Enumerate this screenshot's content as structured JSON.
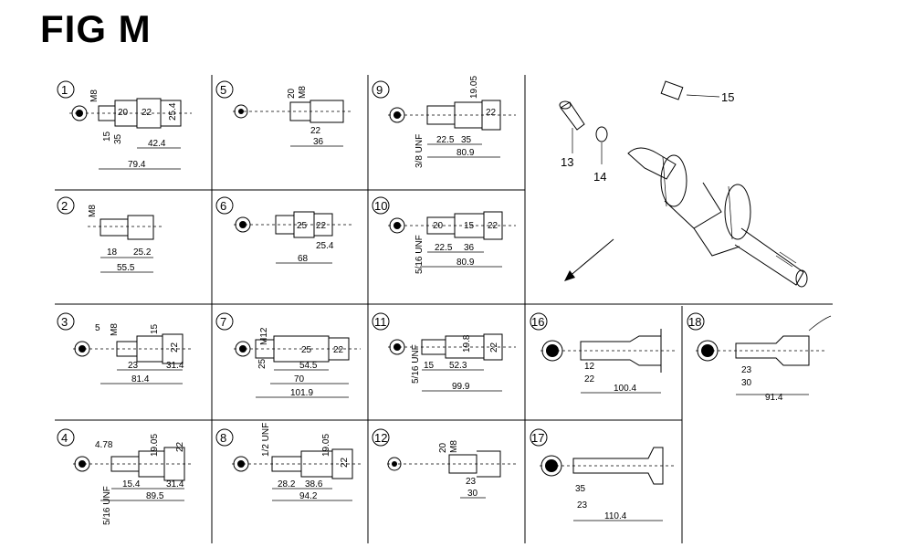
{
  "title": "FIG M",
  "parts": [
    {
      "id": "1",
      "dims": [
        "M8",
        "20",
        "22",
        "25.4",
        "15",
        "35",
        "42.4",
        "79.4"
      ]
    },
    {
      "id": "2",
      "dims": [
        "M8",
        "18",
        "25.2",
        "55.5"
      ]
    },
    {
      "id": "3",
      "dims": [
        "5",
        "M8",
        "15",
        "22",
        "23",
        "31.4",
        "81.4"
      ]
    },
    {
      "id": "4",
      "dims": [
        "4.78",
        "19.05",
        "22",
        "5/16 UNF",
        "15.4",
        "31.4",
        "89.5"
      ]
    },
    {
      "id": "5",
      "dims": [
        "20",
        "M8",
        "22",
        "36"
      ]
    },
    {
      "id": "6",
      "dims": [
        "25",
        "22",
        "25.4",
        "68"
      ]
    },
    {
      "id": "7",
      "dims": [
        "M12",
        "25",
        "25",
        "54.5",
        "22",
        "70",
        "101.9"
      ]
    },
    {
      "id": "8",
      "dims": [
        "1/2 UNF",
        "19.05",
        "28.2",
        "38.6",
        "22",
        "94.2"
      ]
    },
    {
      "id": "9",
      "dims": [
        "19.05",
        "3/8 UNF",
        "22.5",
        "35",
        "22",
        "80.9"
      ]
    },
    {
      "id": "10",
      "dims": [
        "20",
        "5/16 UNF",
        "15",
        "22.5",
        "36",
        "22",
        "80.9"
      ]
    },
    {
      "id": "11",
      "dims": [
        "5/16 UNF",
        "15",
        "19.8",
        "52.3",
        "22",
        "99.9"
      ]
    },
    {
      "id": "12",
      "dims": [
        "20",
        "M8",
        "23",
        "30"
      ]
    },
    {
      "id": "16",
      "dims": [
        "12",
        "22",
        "100.4"
      ]
    },
    {
      "id": "17",
      "dims": [
        "35",
        "23",
        "110.4"
      ]
    },
    {
      "id": "18",
      "dims": [
        "23",
        "30",
        "91.4"
      ]
    }
  ],
  "assembly_callouts": [
    "13",
    "14",
    "15"
  ]
}
